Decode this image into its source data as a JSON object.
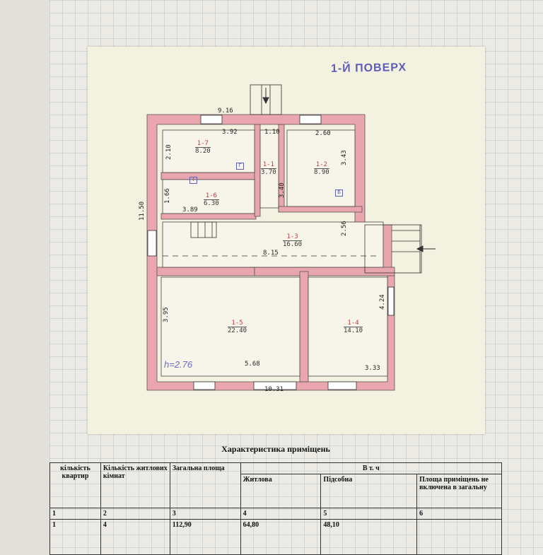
{
  "plan": {
    "stamp": "1-Й ПОВЕРХ",
    "height_note": "h=2.76",
    "dimensions": {
      "top_width": "9.16",
      "bottom_width": "10.31",
      "left_height": "11.50",
      "kitchen_len": "3.92",
      "kitchen_wid": "2.10",
      "hall_top": "1.10",
      "room2_width": "2.60",
      "room2_height": "3.43",
      "hall_len": "3.40",
      "bath_wid": "1.66",
      "bath_len": "3.89",
      "corridor_height": "2.56",
      "corridor_len": "8.15",
      "room5_height": "3.95",
      "room5_len": "5.68",
      "room4_height": "4.24",
      "room4_len": "3.33"
    },
    "rooms": [
      {
        "num": "1-7",
        "area": "8.20"
      },
      {
        "num": "1-1",
        "area": "3.70"
      },
      {
        "num": "1-2",
        "area": "8.90"
      },
      {
        "num": "1-6",
        "area": "6.30"
      },
      {
        "num": "1-3",
        "area": "16.60"
      },
      {
        "num": "1-5",
        "area": "22.40"
      },
      {
        "num": "1-4",
        "area": "14.10"
      }
    ],
    "marks": {
      "kitchen": "Г",
      "bath": "I",
      "room2": "Б"
    }
  },
  "table": {
    "title": "Характеристика приміщень",
    "headers": {
      "apartments": "кількість квартир",
      "rooms": "Кількість житлових кімнат",
      "total_area": "Загальна площа",
      "in_that": "В т. ч",
      "living": "Житлова",
      "auxiliary": "Підсобна",
      "excluded": "Площа приміщень не включена в загальну"
    },
    "col_numbers": [
      "1",
      "2",
      "3",
      "4",
      "5",
      "6"
    ],
    "row": [
      "1",
      "4",
      "112,90",
      "64,80",
      "48,10",
      ""
    ]
  }
}
